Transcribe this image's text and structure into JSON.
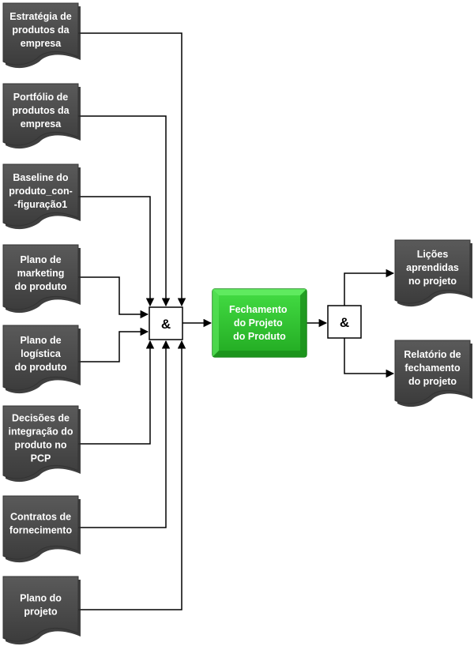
{
  "inputs": [
    {
      "lines": [
        "Estratégia de",
        "produtos da",
        "empresa"
      ]
    },
    {
      "lines": [
        "Portfólio de",
        "produtos da",
        "empresa"
      ]
    },
    {
      "lines": [
        "Baseline do",
        "produto_con-",
        "-figuração1"
      ]
    },
    {
      "lines": [
        "Plano de",
        "marketing",
        "do produto"
      ]
    },
    {
      "lines": [
        "Plano de",
        "logística",
        "do produto"
      ]
    },
    {
      "lines": [
        "Decisões de",
        "integração do",
        "produto no",
        "PCP"
      ]
    },
    {
      "lines": [
        "Contratos de",
        "fornecimento"
      ]
    },
    {
      "lines": [
        "Plano do",
        "projeto"
      ]
    }
  ],
  "join_gate": {
    "symbol": "&"
  },
  "split_gate": {
    "symbol": "&"
  },
  "process": {
    "lines": [
      "Fechamento",
      "do Projeto",
      "do Produto"
    ]
  },
  "outputs": [
    {
      "lines": [
        "Lições",
        "aprendidas",
        "no projeto"
      ]
    },
    {
      "lines": [
        "Relatório de",
        "fechamento",
        "do projeto"
      ]
    }
  ],
  "colors": {
    "document_fill": "#4a4a4a",
    "document_shadow": "#2a2a2a",
    "process_fill": "#33cc33",
    "process_border": "#228b22",
    "process_highlight": "#66ee66",
    "connector": "#000000"
  }
}
